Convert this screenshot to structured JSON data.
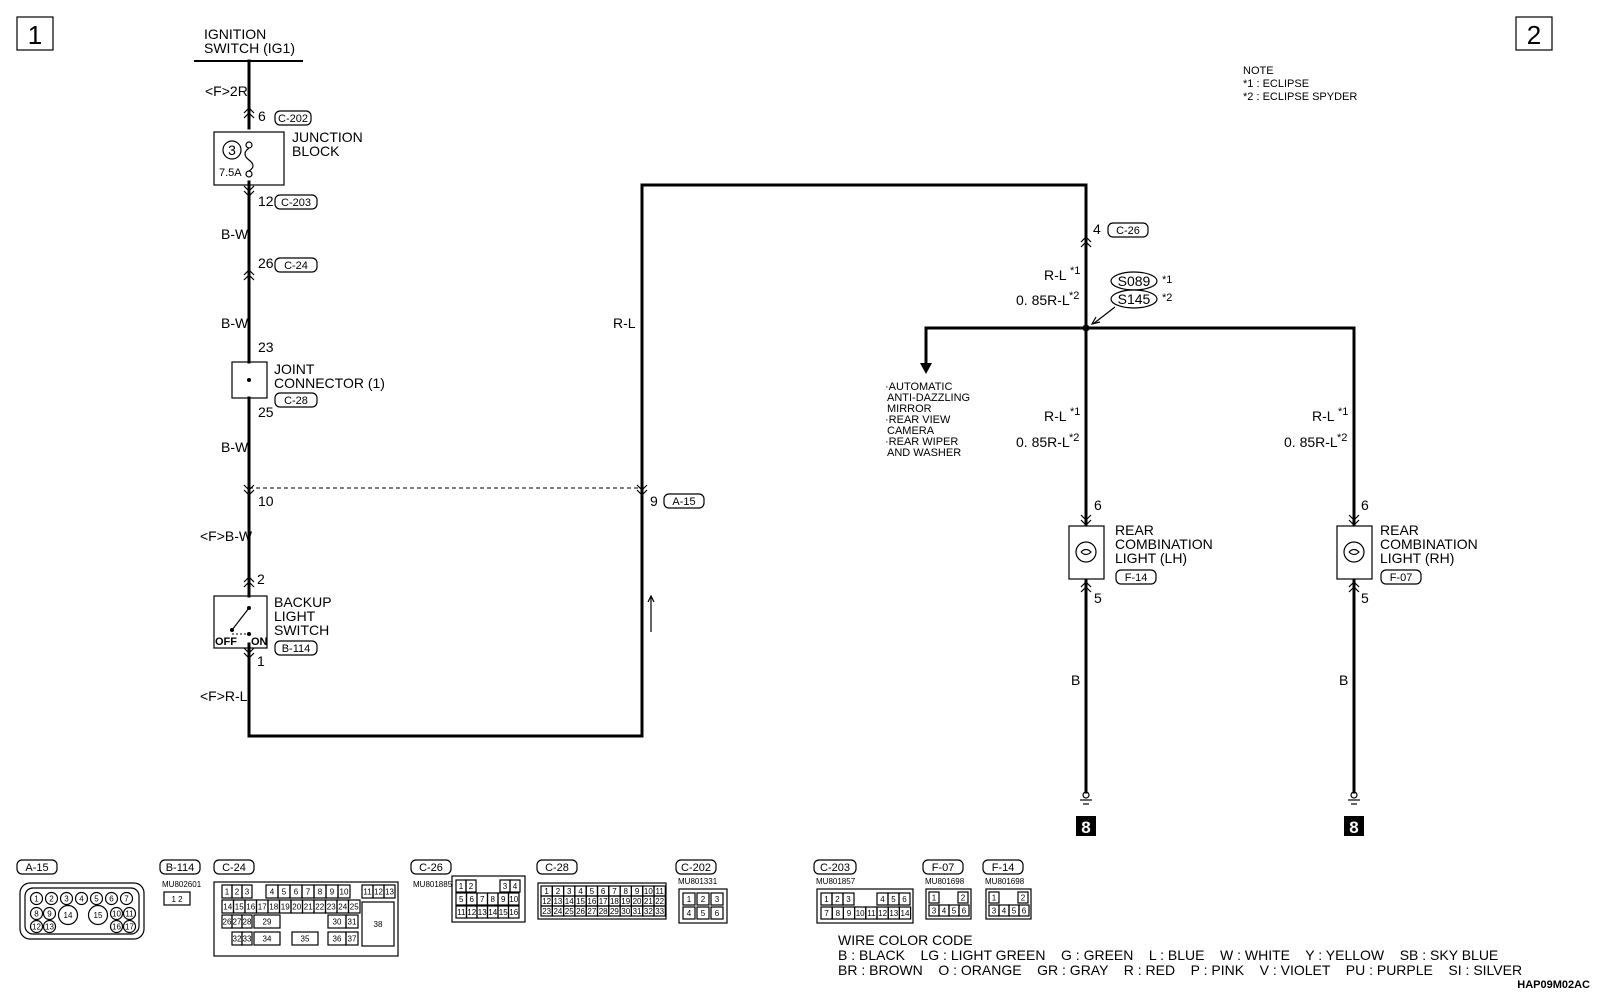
{
  "page": {
    "num_left": "1",
    "num_right": "2",
    "diagram_code": "HAP09M02AC"
  },
  "note": {
    "title": "NOTE",
    "l1": "*1 : ECLIPSE",
    "l2": "*2 : ECLIPSE SPYDER"
  },
  "components": {
    "ignition": {
      "l1": "IGNITION",
      "l2": "SWITCH (IG1)"
    },
    "junction": {
      "l1": "JUNCTION",
      "l2": "BLOCK",
      "fuse_no": "3",
      "fuse_rating": "7.5A"
    },
    "joint": {
      "l1": "JOINT",
      "l2": "CONNECTOR (1)"
    },
    "backup": {
      "l1": "BACKUP",
      "l2": "LIGHT",
      "l3": "SWITCH",
      "off": "OFF",
      "on": "ON"
    },
    "rear_lh": {
      "l1": "REAR",
      "l2": "COMBINATION",
      "l3": "LIGHT (LH)"
    },
    "rear_rh": {
      "l1": "REAR",
      "l2": "COMBINATION",
      "l3": "LIGHT (RH)"
    },
    "mirror": {
      "l1": "·AUTOMATIC",
      "l2": "ANTI-DAZZLING",
      "l3": "MIRROR",
      "l4": "·REAR VIEW",
      "l5": "CAMERA",
      "l6": "·REAR WIPER",
      "l7": "AND WASHER"
    }
  },
  "connectors": {
    "c202": "C-202",
    "c203": "C-203",
    "c24": "C-24",
    "c28": "C-28",
    "b114": "B-114",
    "a15": "A-15",
    "c26": "C-26",
    "f14": "F-14",
    "f07": "F-07",
    "s089": "S089",
    "s145": "S145"
  },
  "pins": {
    "p6": "6",
    "p12": "12",
    "p26": "26",
    "p23": "23",
    "p25": "25",
    "p10": "10",
    "p2": "2",
    "p1": "1",
    "p9": "9",
    "p4": "4",
    "p6lh": "6",
    "p5lh": "5",
    "p6rh": "6",
    "p5rh": "5"
  },
  "wires": {
    "f2r": "<F>2R",
    "bw": "B-W",
    "fbw": "<F>B-W",
    "frl": "<F>R-L",
    "rl": "R-L",
    "rl1": "R-L",
    "rl2": "0. 85R-L",
    "b": "B",
    "star1": "*1",
    "star2": "*2",
    "ground": "8"
  },
  "bottom": {
    "mu_b114": "MU802601",
    "mu_c26": "MU801885",
    "mu_c202": "MU801331",
    "mu_c203": "MU801857",
    "mu_f07": "MU801698",
    "mu_f14": "MU801698",
    "a15_pins": [
      "1",
      "2",
      "3",
      "4",
      "5",
      "6",
      "7",
      "8",
      "9",
      "10",
      "11",
      "12",
      "13",
      "14",
      "15",
      "16",
      "17"
    ],
    "b114_pins": "1 2",
    "c24_pins": [
      "1",
      "2",
      "3",
      "4",
      "5",
      "6",
      "7",
      "8",
      "9",
      "10",
      "11",
      "12",
      "13",
      "14",
      "15",
      "16",
      "17",
      "18",
      "19",
      "20",
      "21",
      "22",
      "23",
      "24",
      "25",
      "26",
      "27",
      "28",
      "29",
      "30",
      "31",
      "32",
      "33",
      "34",
      "35",
      "36",
      "37",
      "38"
    ],
    "c26_pins": [
      "1",
      "2",
      "3",
      "4",
      "5",
      "6",
      "7",
      "8",
      "9",
      "10",
      "11",
      "12",
      "13",
      "14",
      "15",
      "16"
    ],
    "c28_pins": [
      "1",
      "2",
      "3",
      "4",
      "5",
      "6",
      "7",
      "8",
      "9",
      "10",
      "11",
      "12",
      "13",
      "14",
      "15",
      "16",
      "17",
      "18",
      "19",
      "20",
      "21",
      "22",
      "23",
      "24",
      "25",
      "26",
      "27",
      "28",
      "29",
      "30",
      "31",
      "32",
      "33"
    ],
    "c202_pins": [
      "1",
      "2",
      "3",
      "4",
      "5",
      "6"
    ],
    "c203_pins": [
      "1",
      "2",
      "3",
      "4",
      "5",
      "6",
      "7",
      "8",
      "9",
      "10",
      "11",
      "12",
      "13",
      "14"
    ],
    "f_pins": [
      "1",
      "2",
      "3",
      "4",
      "5",
      "6"
    ]
  },
  "legend": {
    "title": "WIRE COLOR CODE",
    "row1": "B : BLACK    LG : LIGHT GREEN    G : GREEN    L : BLUE    W : WHITE    Y : YELLOW    SB : SKY BLUE",
    "row2": "BR : BROWN    O : ORANGE    GR : GRAY    R : RED    P : PINK    V : VIOLET    PU : PURPLE    SI : SILVER"
  }
}
